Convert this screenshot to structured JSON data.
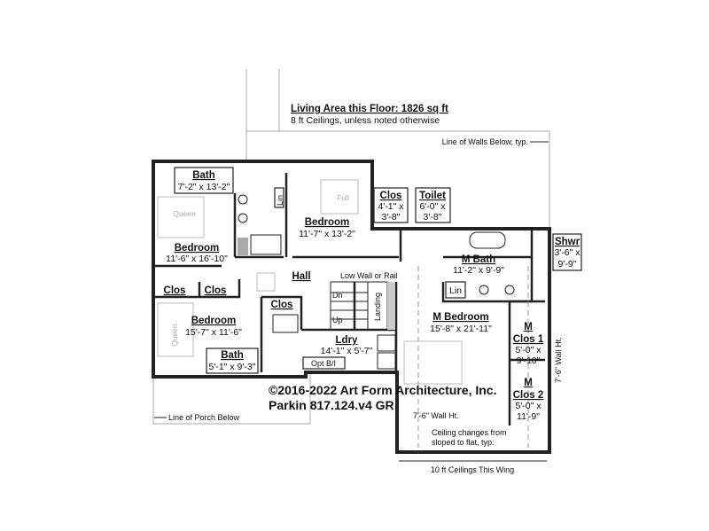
{
  "header": {
    "living_area": "Living Area this Floor: 1826 sq ft",
    "ceilings": "8 ft Ceilings, unless noted otherwise"
  },
  "notes": {
    "walls_below": "Line of Walls Below, typ.",
    "porch_below": "Line of Porch Below",
    "low_wall": "Low Wall or Rail",
    "wall_ht_bottom": "7'-6\" Wall Ht.",
    "wall_ht_right": "7'-6\" Wall Ht.",
    "ceiling_change_1": "Ceiling changes from",
    "ceiling_change_2": "sloped to flat, typ.",
    "ten_ft": "10 ft Ceilings This Wing"
  },
  "rooms": {
    "bath1": {
      "name": "Bath",
      "dim": "7'-2\" x 13'-2\""
    },
    "bedroom1": {
      "name": "Bedroom",
      "dim": "11'-6\" x 16'-10\""
    },
    "bedroom2": {
      "name": "Bedroom",
      "dim": "11'-7\" x 13'-2\""
    },
    "clos_top": {
      "name": "Clos",
      "dim1": "4'-1\" x",
      "dim2": "3'-8\""
    },
    "toilet": {
      "name": "Toilet",
      "dim1": "6'-0\" x",
      "dim2": "3'-8\""
    },
    "mbath": {
      "name": "M Bath",
      "dim": "11'-2\" x 9'-9\""
    },
    "shwr": {
      "name": "Shwr",
      "dim1": "3'-6\" x",
      "dim2": "9'-9\""
    },
    "hall": {
      "name": "Hall"
    },
    "clos_a": {
      "name": "Clos"
    },
    "clos_b": {
      "name": "Clos"
    },
    "clos_c": {
      "name": "Clos"
    },
    "bedroom3": {
      "name": "Bedroom",
      "dim": "15'-7\" x 11'-6\""
    },
    "bath2": {
      "name": "Bath",
      "dim": "5'-1\" x 9'-3\""
    },
    "ldry": {
      "name": "Ldry",
      "dim": "14'-1\" x 5'-7\""
    },
    "opt": {
      "name": "Opt B/I"
    },
    "mbedroom": {
      "name": "M Bedroom",
      "dim": "15'-8\" x 21'-11\""
    },
    "mclos1": {
      "m": "M",
      "name": "Clos 1",
      "dim1": "5'-0\" x",
      "dim2": "9'-10\""
    },
    "mclos2": {
      "m": "M",
      "name": "Clos 2",
      "dim1": "5'-0\" x",
      "dim2": "11'-9\""
    }
  },
  "fixtures": {
    "lin1": "Lin",
    "lin2": "Lin",
    "dn": "Dn",
    "up": "Up",
    "landing": "Landing",
    "bed_full": "Full",
    "bed_queen1": "Queen",
    "bed_queen2": "Queen"
  },
  "copyright": {
    "line1": "©2016-2022 Art Form Architecture, Inc.",
    "line2": "Parkin 817.124.v4 GR"
  }
}
